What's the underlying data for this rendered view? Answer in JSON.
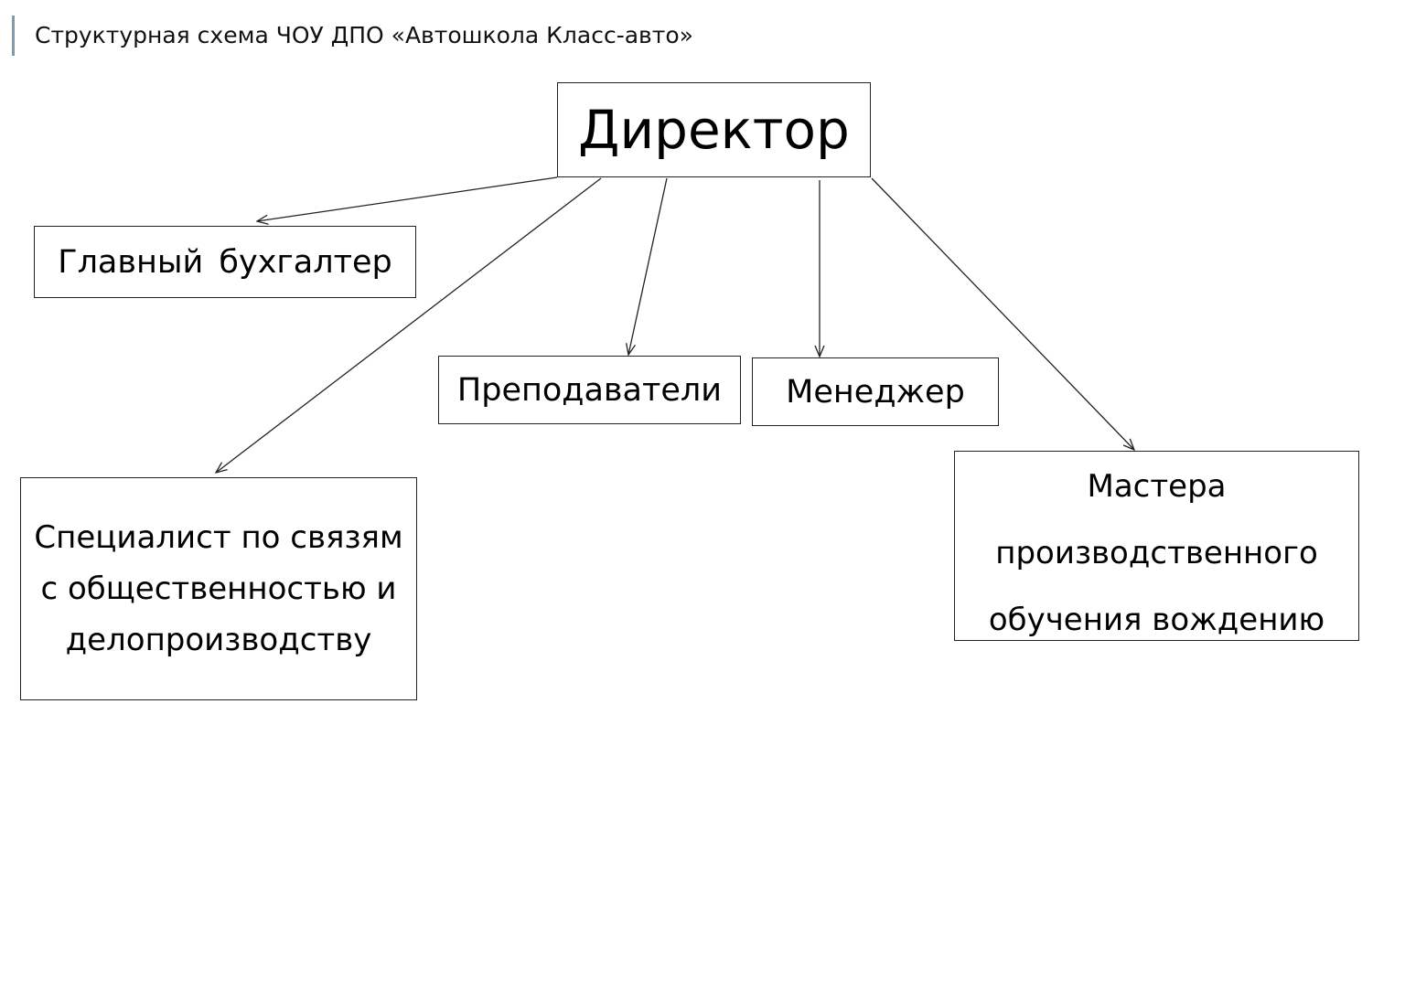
{
  "title": "Структурная схема ЧОУ ДПО «Автошкола Класс-авто»",
  "nodes": {
    "director": "Директор",
    "accountant": "Главный  бухгалтер",
    "teachers": "Преподаватели",
    "manager": "Менеджер",
    "pr_specialist": "Специалист по связям с общественностью и делопроизводству",
    "masters": "Мастера производственного обучения вождению"
  },
  "edges": [
    {
      "from": "director",
      "to": "accountant"
    },
    {
      "from": "director",
      "to": "pr_specialist"
    },
    {
      "from": "director",
      "to": "teachers"
    },
    {
      "from": "director",
      "to": "manager"
    },
    {
      "from": "director",
      "to": "masters"
    }
  ]
}
